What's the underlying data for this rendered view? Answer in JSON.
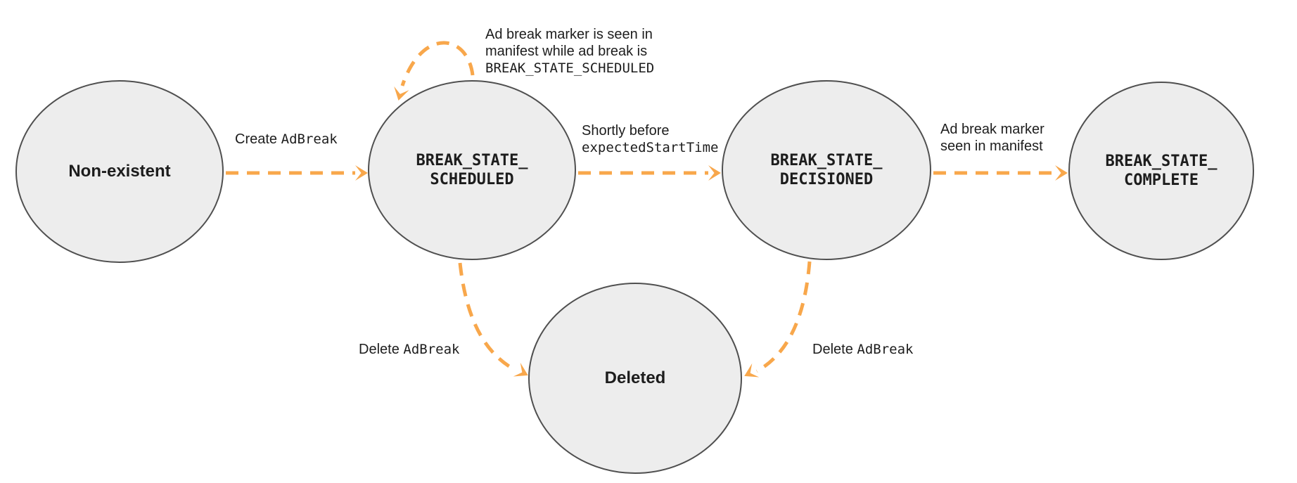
{
  "colors": {
    "background": "#ffffff",
    "node_fill": "#EDEDED",
    "node_border": "#4F4F4F",
    "arrow": "#F8A74B",
    "text": "#1D1D1D"
  },
  "states": {
    "non_existent": {
      "label": "Non-existent"
    },
    "scheduled": {
      "line1": "BREAK_STATE_",
      "line2": "SCHEDULED"
    },
    "decisioned": {
      "line1": "BREAK_STATE_",
      "line2": "DECISIONED"
    },
    "complete": {
      "line1": "BREAK_STATE_",
      "line2": "COMPLETE"
    },
    "deleted": {
      "label": "Deleted"
    }
  },
  "transitions": {
    "create_ad_break": {
      "text_sans": "Create",
      "text_mono": "AdBreak"
    },
    "scheduled_self_loop": {
      "line1": "Ad break marker is seen in",
      "line2": "manifest while ad break is",
      "line3_mono": "BREAK_STATE_SCHEDULED"
    },
    "shortly_before": {
      "line1_sans": "Shortly before",
      "line2_mono": "expectedStartTime"
    },
    "marker_seen": {
      "line1": "Ad break marker",
      "line2": "seen in manifest"
    },
    "delete_from_scheduled": {
      "text_sans": "Delete",
      "text_mono": "AdBreak"
    },
    "delete_from_decisioned": {
      "text_sans": "Delete",
      "text_mono": "AdBreak"
    }
  }
}
